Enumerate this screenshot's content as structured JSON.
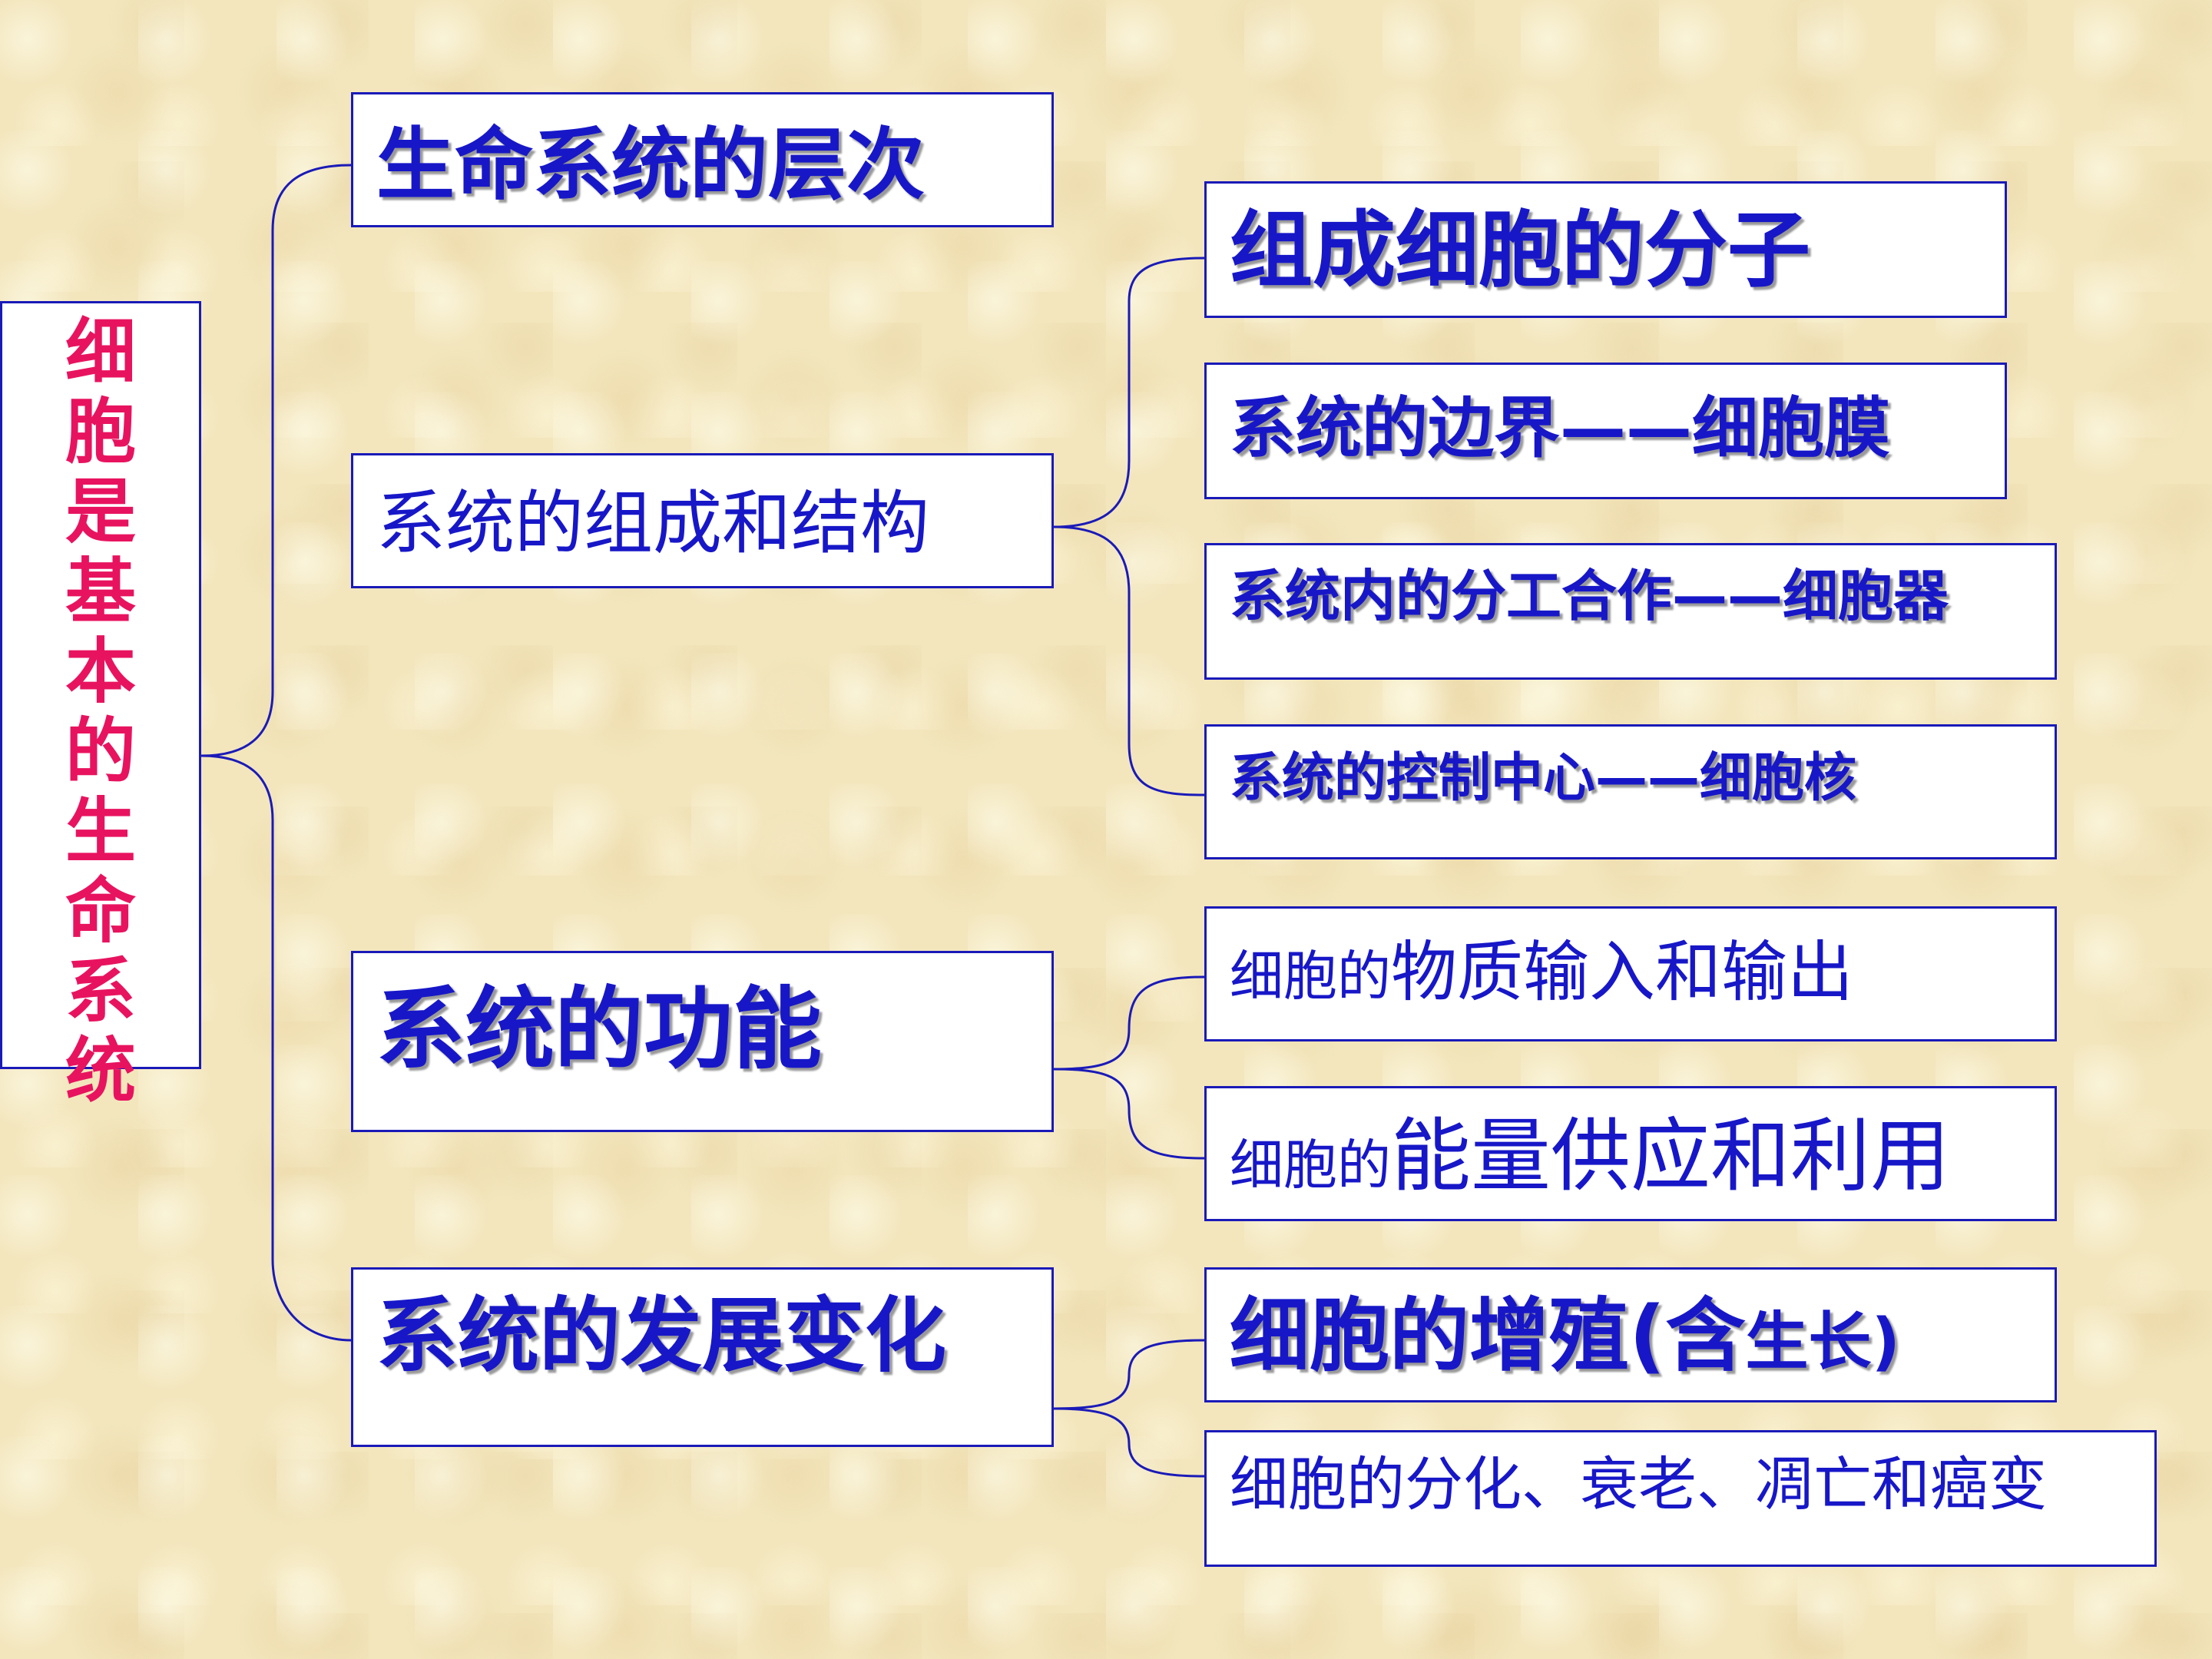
{
  "root": {
    "label": "细胞是基本的生命系统",
    "chars": [
      "细",
      "胞",
      "是",
      "基",
      "本",
      "的",
      "生",
      "命",
      "系",
      "统"
    ]
  },
  "level1": {
    "hierarchy": "生命系统的层次",
    "composition": "系统的组成和结构",
    "function": "系统的功能",
    "development": "系统的发展变化"
  },
  "level2": {
    "molecules": "组成细胞的分子",
    "membrane": "系统的边界——细胞膜",
    "organelles": "系统内的分工合作——细胞器",
    "nucleus": "系统的控制中心——细胞核",
    "transport_prefix": "细胞的",
    "transport_main": "物质输入和输出",
    "energy_prefix": "细胞的",
    "energy_main": "能量供应和利用",
    "proliferation_main": "细胞的增殖(含",
    "proliferation_tail": "生长)",
    "differentiation": "细胞的分化、衰老、凋亡和癌变"
  },
  "colors": {
    "background": "#f3e6bd",
    "border": "#1a1ab8",
    "text_blue": "#1717c8",
    "text_root": "#e8135f"
  }
}
